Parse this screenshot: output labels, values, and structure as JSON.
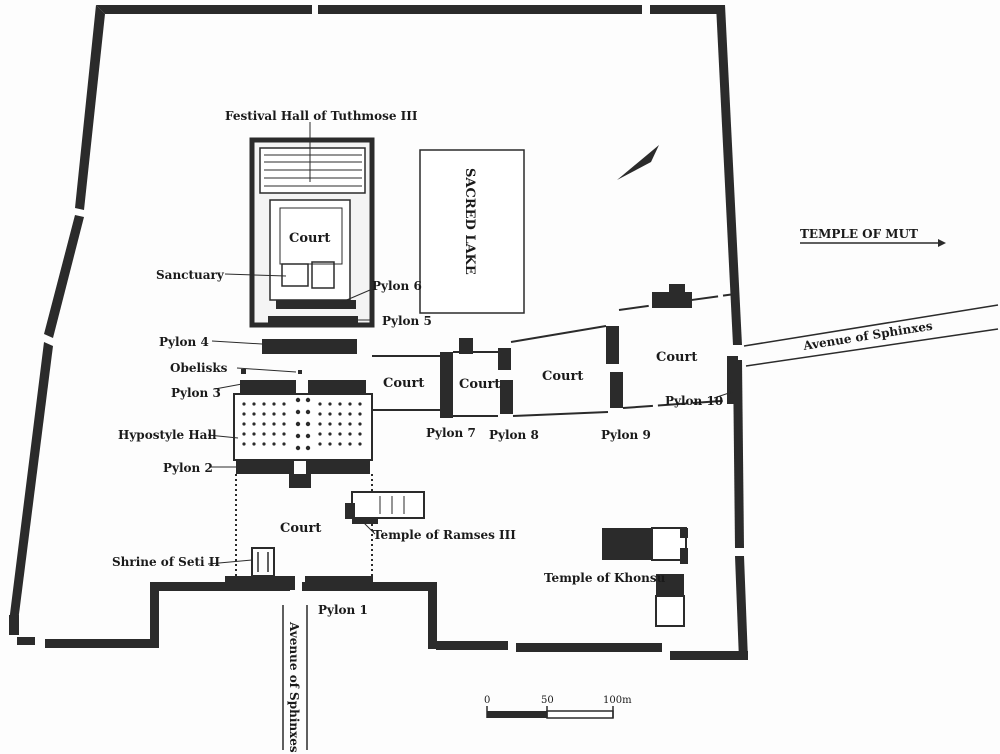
{
  "labels": {
    "festival_hall": "Festival Hall of Tuthmose III",
    "court_inner": "Court",
    "sanctuary": "Sanctuary",
    "pylon6": "Pylon 6",
    "pylon5": "Pylon 5",
    "pylon4": "Pylon 4",
    "obelisks": "Obelisks",
    "pylon3": "Pylon 3",
    "hypostyle": "Hypostyle Hall",
    "pylon2": "Pylon 2",
    "court_main": "Court",
    "shrine_seti": "Shrine of Seti II",
    "pylon1": "Pylon 1",
    "temple_ramses": "Temple of Ramses III",
    "sacred_lake": "SACRED LAKE",
    "court_a": "Court",
    "court_b": "Court",
    "court_c": "Court",
    "court_d": "Court",
    "pylon7": "Pylon 7",
    "pylon8": "Pylon 8",
    "pylon9": "Pylon 9",
    "pylon10": "Pylon 10",
    "temple_mut": "TEMPLE OF MUT",
    "avenue_east": "Avenue of Sphinxes",
    "avenue_south": "Avenue of Sphinxes",
    "temple_khonsu": "Temple of Khonsu"
  },
  "scale": {
    "ticks": [
      "0",
      "50",
      "100m"
    ]
  },
  "colors": {
    "wall": "#2b2b2b",
    "paper": "#fdfdfd"
  }
}
